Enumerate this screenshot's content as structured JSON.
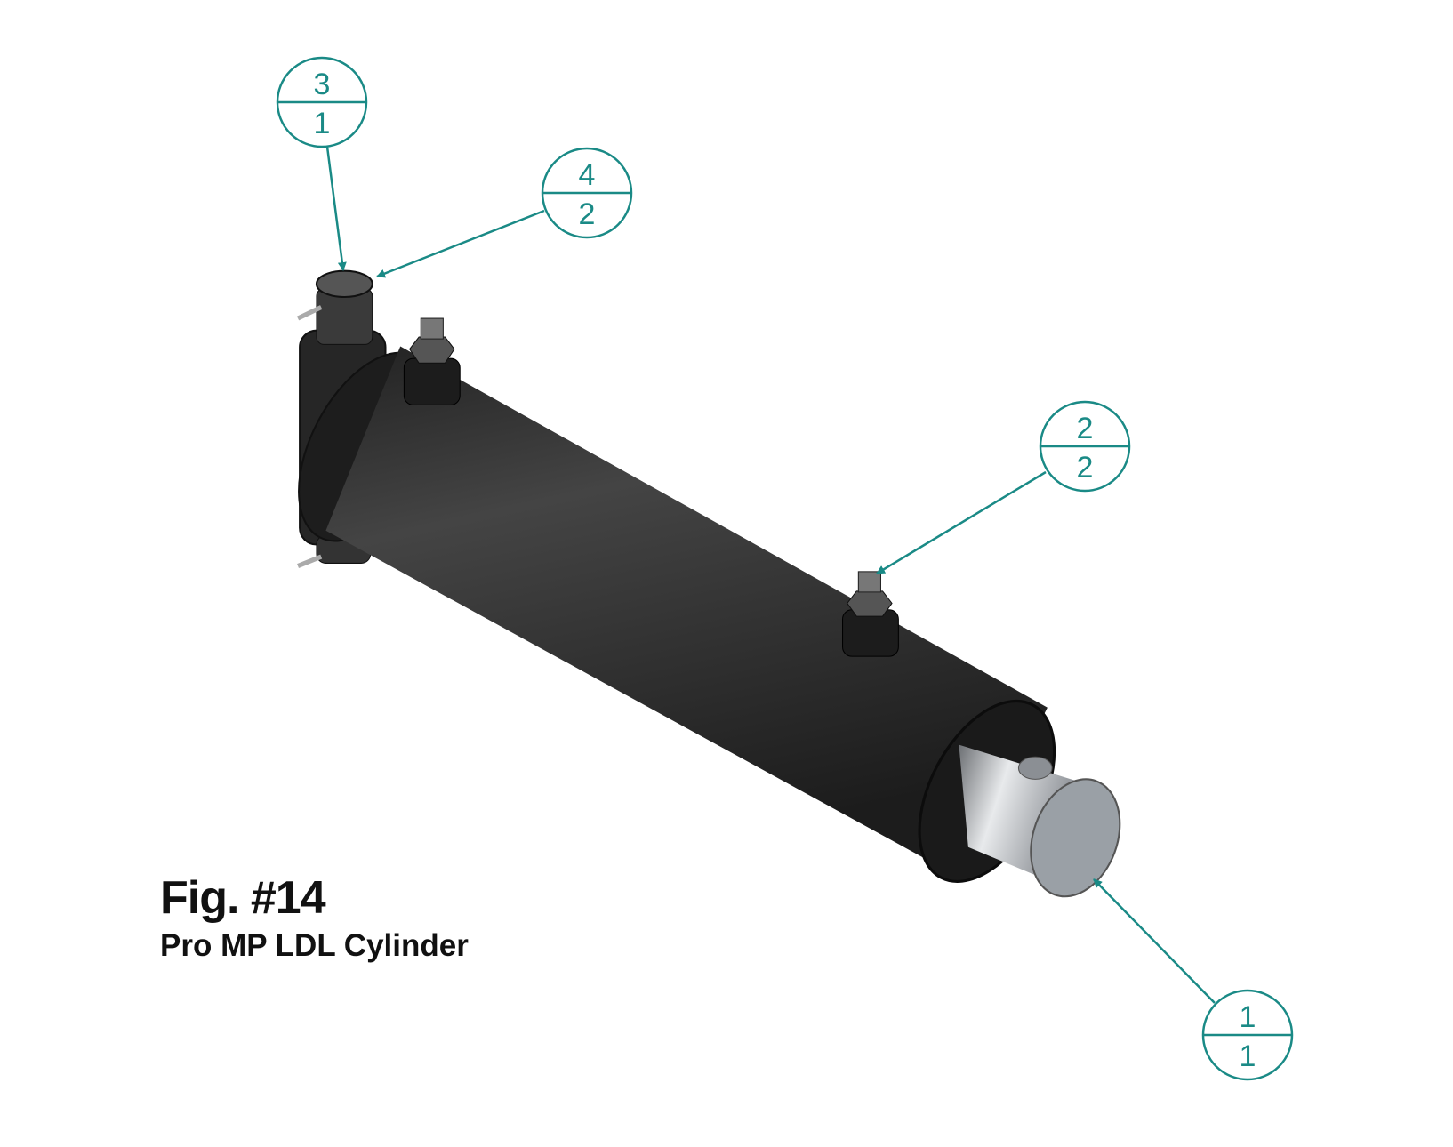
{
  "figure": {
    "title": "Fig. #14",
    "subtitle": "Pro MP LDL Cylinder"
  },
  "balloons": [
    {
      "item": "3",
      "qty": "1"
    },
    {
      "item": "4",
      "qty": "2"
    },
    {
      "item": "2",
      "qty": "2"
    },
    {
      "item": "1",
      "qty": "1"
    }
  ],
  "colors": {
    "callout": "#1a8a86",
    "body": "#2e2e2e",
    "rod": "#b8bcc0"
  }
}
